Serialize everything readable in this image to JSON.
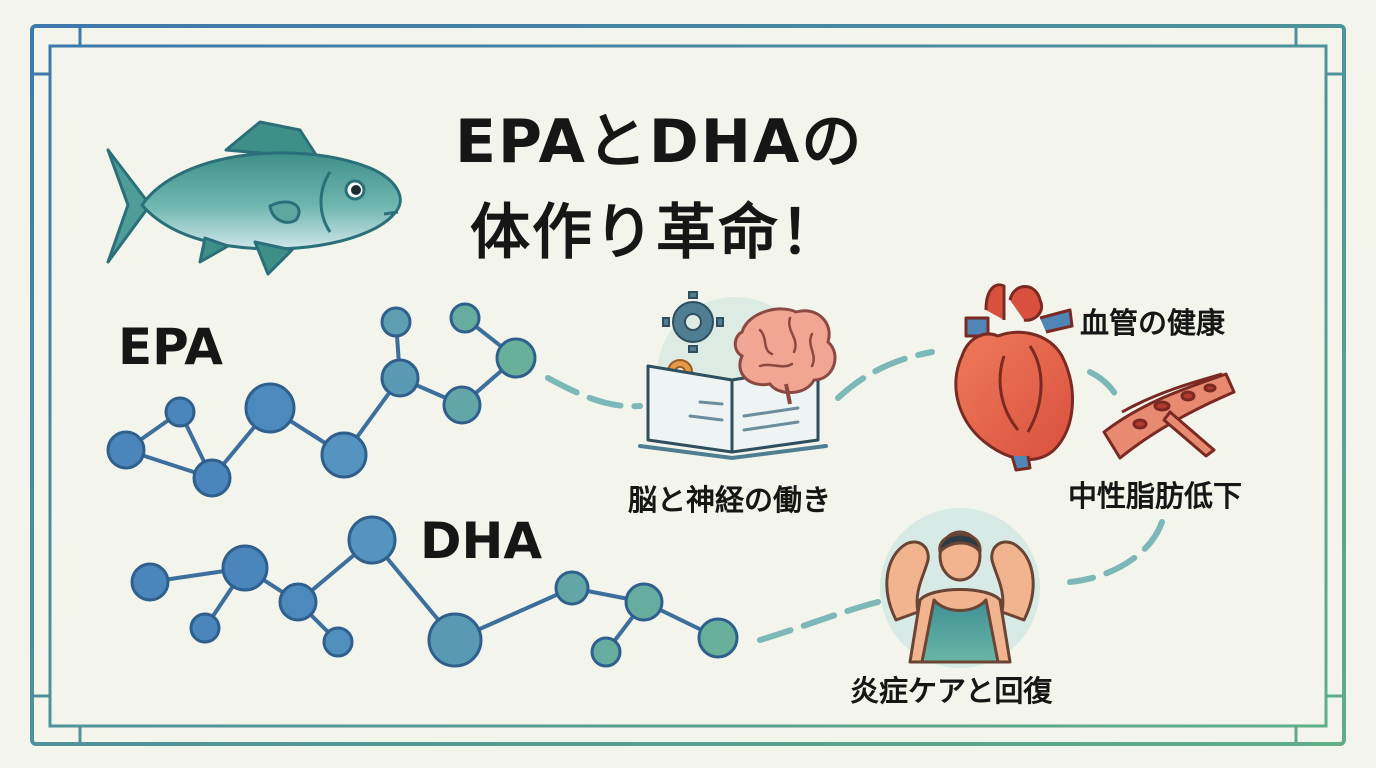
{
  "title": {
    "line1": "EPAとDHAの",
    "line2": "体作り革命！"
  },
  "molecules": {
    "epa": "EPA",
    "dha": "DHA"
  },
  "benefits": {
    "brain": "脳と神経の働き",
    "vessel": "血管の健康",
    "triglyceride": "中性脂肪低下",
    "recovery": "炎症ケアと回復"
  },
  "colors": {
    "background": "#f3f4ec",
    "frame_blue": "#3f7fb0",
    "frame_green": "#5bab8a",
    "node_blue": "#4a86bb",
    "node_green": "#68ae9a",
    "heart_red": "#e3644d"
  },
  "icons": [
    "fish-icon",
    "brain-book-icon",
    "heart-icon",
    "blood-vessel-icon",
    "muscle-person-icon"
  ]
}
